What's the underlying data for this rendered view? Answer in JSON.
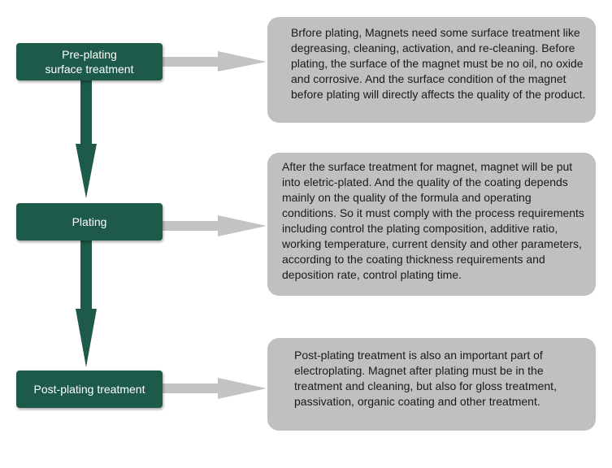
{
  "steps": [
    {
      "label_line1": "Pre-plating",
      "label_line2": "surface treatment"
    },
    {
      "label": "Plating"
    },
    {
      "label": "Post-plating treatment"
    }
  ],
  "descriptions": [
    {
      "text": "Brfore plating, Magnets need some surface treatment like degreasing, cleaning, activation, and re-cleaning. Before plating, the surface of the magnet must be no oil, no oxide and corrosive. And the surface condition of the magnet before plating will directly affects the quality of the product."
    },
    {
      "text": "After the surface treatment for magnet, magnet will be put into eletric-plated. And the quality of the coating depends mainly on the quality of the formula and operating conditions.  So it must comply with the process requirements including control the plating composition, additive ratio, working temperature, current density and other parameters, according to the coating thickness requirements and deposition rate, control plating time."
    },
    {
      "text": "Post-plating treatment is also an important part of electroplating. Magnet after plating must be in the treatment and cleaning, but also for gloss treatment, passivation, organic coating and other treatment."
    }
  ],
  "colors": {
    "step_fill": "#1d5a49",
    "description_fill": "#c0c0c0",
    "horizontal_arrow": "#c3c3c3",
    "vertical_arrow": "#1d5a49"
  }
}
